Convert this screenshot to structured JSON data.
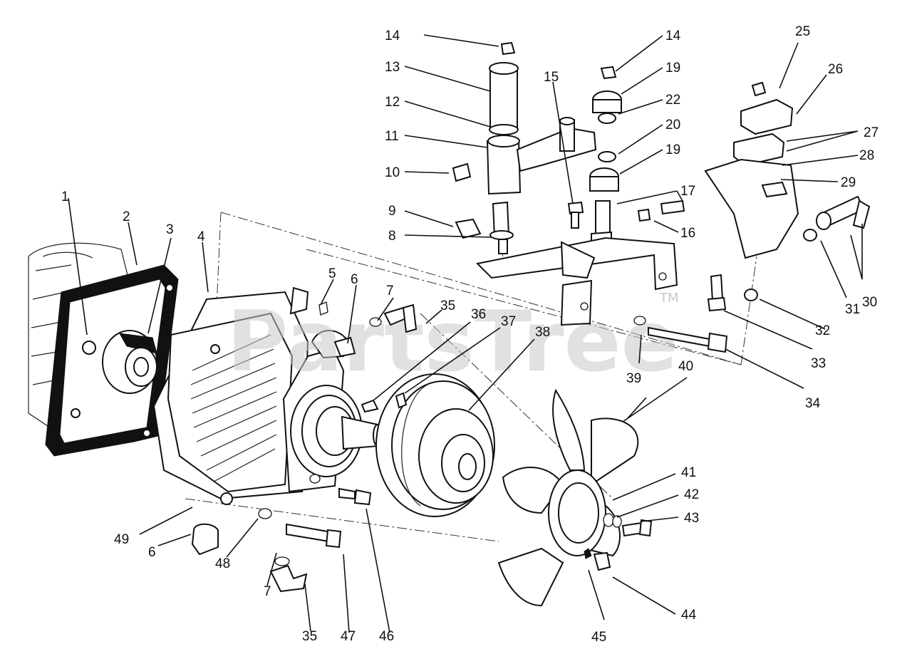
{
  "watermark": {
    "brand": "PartsTree",
    "mark": "TM"
  },
  "callouts": {
    "c1": "1",
    "c2": "2",
    "c3": "3",
    "c4": "4",
    "c5": "5",
    "c6a": "6",
    "c6b": "6",
    "c7a": "7",
    "c7b": "7",
    "c8": "8",
    "c9": "9",
    "c10": "10",
    "c11": "11",
    "c12": "12",
    "c13": "13",
    "c14a": "14",
    "c14b": "14",
    "c15": "15",
    "c16": "16",
    "c17": "17",
    "c19a": "19",
    "c19b": "19",
    "c20": "20",
    "c22": "22",
    "c25": "25",
    "c26": "26",
    "c27": "27",
    "c28": "28",
    "c29": "29",
    "c30": "30",
    "c31": "31",
    "c32": "32",
    "c33": "33",
    "c34": "34",
    "c35a": "35",
    "c35b": "35",
    "c36": "36",
    "c37": "37",
    "c38": "38",
    "c39": "39",
    "c40": "40",
    "c41": "41",
    "c42": "42",
    "c43": "43",
    "c44": "44",
    "c45": "45",
    "c46": "46",
    "c47": "47",
    "c48": "48",
    "c49": "49"
  }
}
